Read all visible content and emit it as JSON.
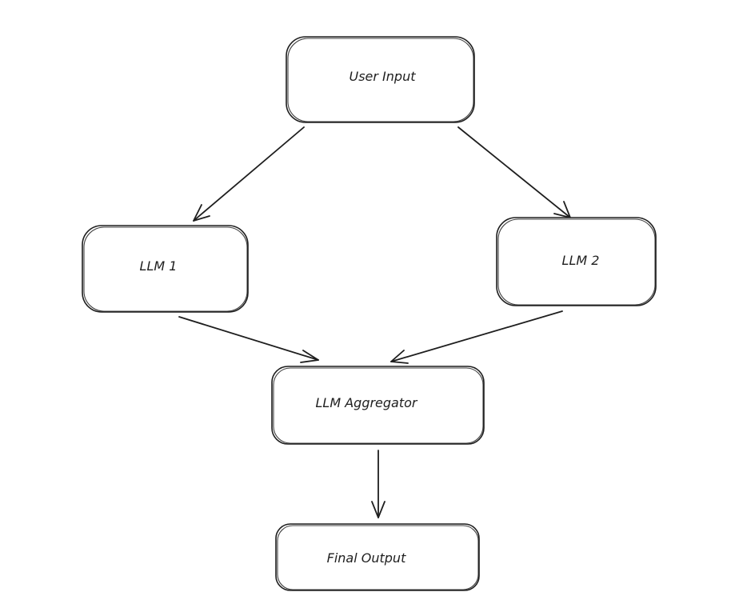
{
  "diagram": {
    "nodes": {
      "user_input": "User Input",
      "llm_1": "LLM 1",
      "llm_2": "LLM 2",
      "aggregator": "LLM Aggregator",
      "final_output": "Final Output"
    },
    "edges": [
      {
        "from": "user_input",
        "to": "llm_1"
      },
      {
        "from": "user_input",
        "to": "llm_2"
      },
      {
        "from": "llm_1",
        "to": "aggregator"
      },
      {
        "from": "llm_2",
        "to": "aggregator"
      },
      {
        "from": "aggregator",
        "to": "final_output"
      }
    ],
    "colors": {
      "stroke": "#1e1e1e",
      "background": "#ffffff"
    }
  }
}
